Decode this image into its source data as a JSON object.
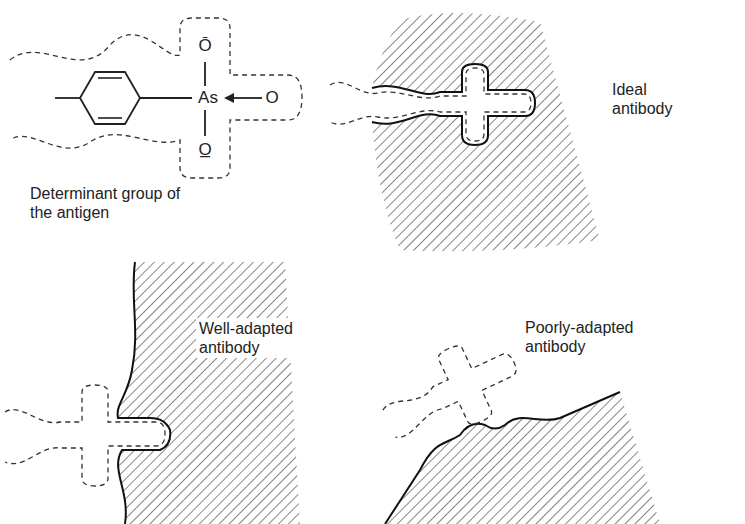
{
  "diagram": {
    "labels": [
      "Ō",
      "As",
      "O",
      "O̲",
      "Determinant group of the antigen",
      "Ideal antibody",
      "Well-adapted antibody",
      "Poorly-adapted antibody"
    ]
  }
}
